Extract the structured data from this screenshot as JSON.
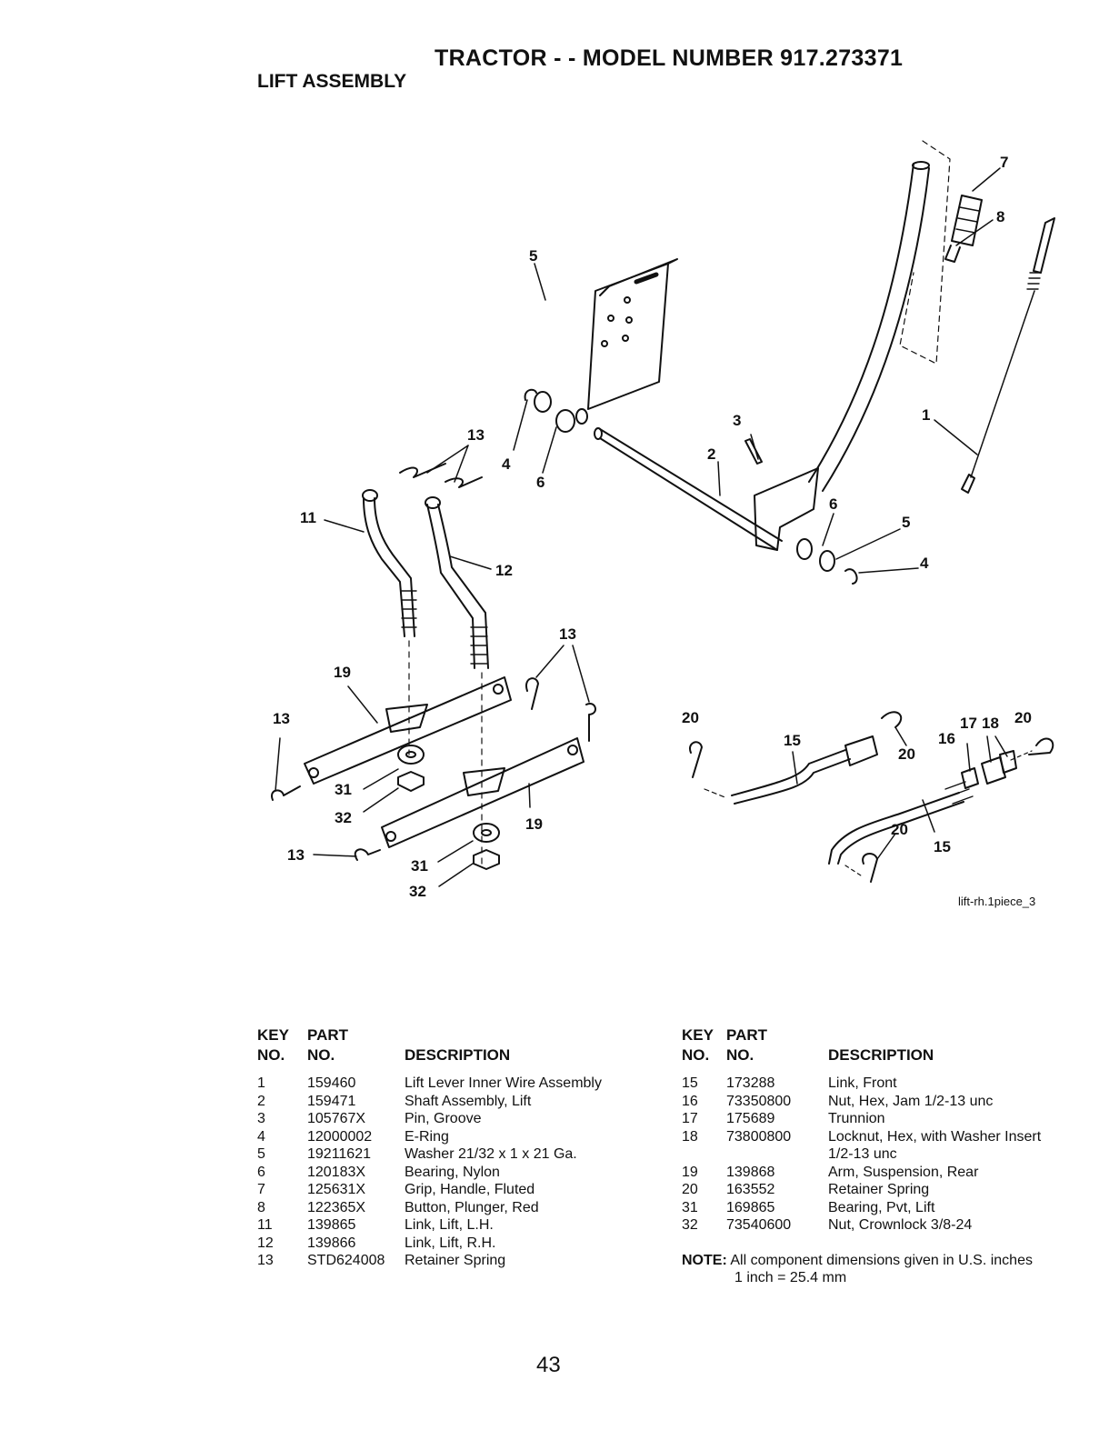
{
  "header": {
    "title": "TRACTOR - - MODEL NUMBER 917.273371",
    "section": "LIFT ASSEMBLY"
  },
  "diagram": {
    "caption": "lift-rh.1piece_3",
    "callouts": [
      "1",
      "2",
      "3",
      "4",
      "4",
      "5",
      "5",
      "6",
      "6",
      "7",
      "8",
      "11",
      "12",
      "13",
      "13",
      "13",
      "13",
      "15",
      "15",
      "16",
      "17",
      "18",
      "19",
      "19",
      "20",
      "20",
      "20",
      "20",
      "31",
      "31",
      "32",
      "32"
    ]
  },
  "parts_table": {
    "headers": {
      "key_1": "KEY",
      "key_2": "NO.",
      "part_1": "PART",
      "part_2": "NO.",
      "description": "DESCRIPTION"
    },
    "left": [
      {
        "key": "1",
        "part": "159460",
        "description": "Lift Lever Inner Wire Assembly"
      },
      {
        "key": "2",
        "part": "159471",
        "description": "Shaft Assembly, Lift"
      },
      {
        "key": "3",
        "part": "105767X",
        "description": "Pin, Groove"
      },
      {
        "key": "4",
        "part": "12000002",
        "description": "E-Ring"
      },
      {
        "key": "5",
        "part": "19211621",
        "description": "Washer 21/32 x 1 x 21 Ga."
      },
      {
        "key": "6",
        "part": "120183X",
        "description": "Bearing, Nylon"
      },
      {
        "key": "7",
        "part": "125631X",
        "description": "Grip, Handle, Fluted"
      },
      {
        "key": "8",
        "part": "122365X",
        "description": "Button, Plunger, Red"
      },
      {
        "key": "11",
        "part": "139865",
        "description": "Link, Lift, L.H."
      },
      {
        "key": "12",
        "part": "139866",
        "description": "Link, Lift, R.H."
      },
      {
        "key": "13",
        "part": "STD624008",
        "description": "Retainer Spring"
      }
    ],
    "right": [
      {
        "key": "15",
        "part": "173288",
        "description": "Link, Front"
      },
      {
        "key": "16",
        "part": "73350800",
        "description": "Nut, Hex, Jam 1/2-13 unc"
      },
      {
        "key": "17",
        "part": "175689",
        "description": "Trunnion"
      },
      {
        "key": "18",
        "part": "73800800",
        "description": "Locknut, Hex, with Washer Insert"
      },
      {
        "key": "",
        "part": "",
        "description": "1/2-13 unc"
      },
      {
        "key": "19",
        "part": "139868",
        "description": "Arm, Suspension, Rear"
      },
      {
        "key": "20",
        "part": "163552",
        "description": "Retainer Spring"
      },
      {
        "key": "31",
        "part": "169865",
        "description": "Bearing, Pvt, Lift"
      },
      {
        "key": "32",
        "part": "73540600",
        "description": "Nut, Crownlock 3/8-24"
      }
    ]
  },
  "note": {
    "label": "NOTE:",
    "line1": "All component dimensions given in U.S. inches",
    "line2": "1 inch = 25.4 mm"
  },
  "page_number": "43"
}
